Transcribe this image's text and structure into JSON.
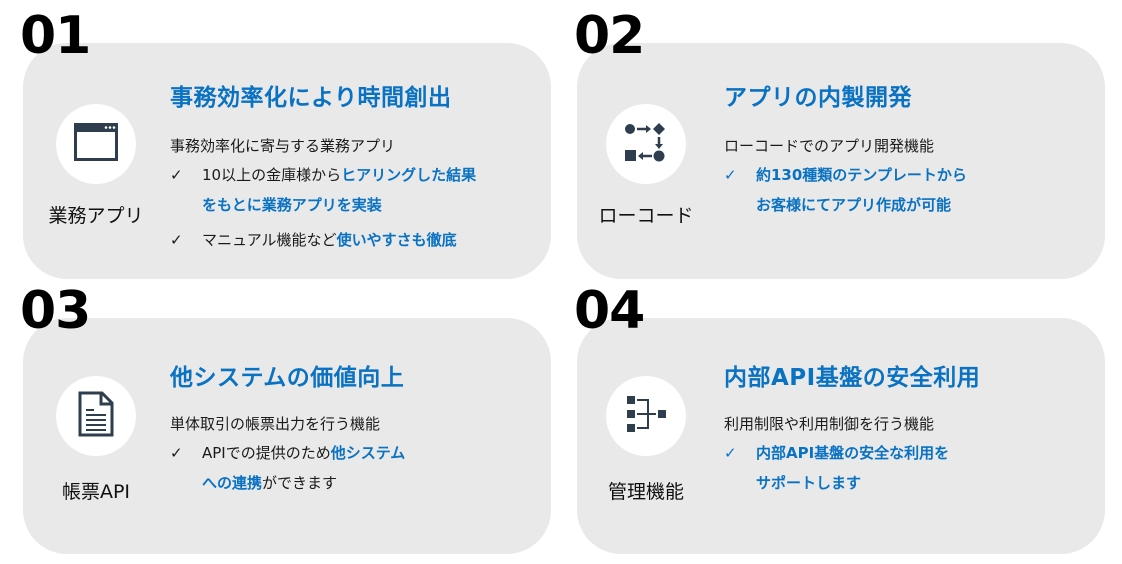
{
  "colors": {
    "accent_blue": "#0a72c2",
    "card_bg": "#e9e9e9",
    "icon_dark": "#2e3e4e",
    "text": "#1a1a1a"
  },
  "cards": [
    {
      "number": "01",
      "icon": "app-window-icon",
      "icon_label": "業務アプリ",
      "title": "事務効率化により時間創出",
      "description": "事務効率化に寄与する業務アプリ",
      "check_mark": "✓",
      "bullets": [
        {
          "line1_plain": "10以上の金庫様から",
          "line1_highlight": "ヒアリングした結果",
          "line2_highlight": "をもとに業務アプリを実装"
        },
        {
          "line1_plain": "マニュアル機能など",
          "line1_highlight": "使いやすさも徹底"
        }
      ]
    },
    {
      "number": "02",
      "icon": "workflow-icon",
      "icon_label": "ローコード",
      "title": "アプリの内製開発",
      "description": "ローコードでのアプリ開発機能",
      "check_mark": "✓",
      "bullets": [
        {
          "line1_highlight": "約130種類のテンプレートから",
          "line2_highlight": "お客様にてアプリ作成が可能"
        }
      ]
    },
    {
      "number": "03",
      "icon": "document-icon",
      "icon_label": "帳票API",
      "title": "他システムの価値向上",
      "description": "単体取引の帳票出力を行う機能",
      "check_mark": "✓",
      "bullets": [
        {
          "line1_plain": "APIでの提供のため",
          "line1_highlight": "他システム",
          "line2_highlight": "への連携",
          "line2_plain": "ができます"
        }
      ]
    },
    {
      "number": "04",
      "icon": "hierarchy-icon",
      "icon_label": "管理機能",
      "title": "内部API基盤の安全利用",
      "description": "利用制限や利用制御を行う機能",
      "check_mark": "✓",
      "bullets": [
        {
          "line1_highlight": "内部API基盤の安全な利用を",
          "line2_highlight": "サポートします"
        }
      ]
    }
  ]
}
